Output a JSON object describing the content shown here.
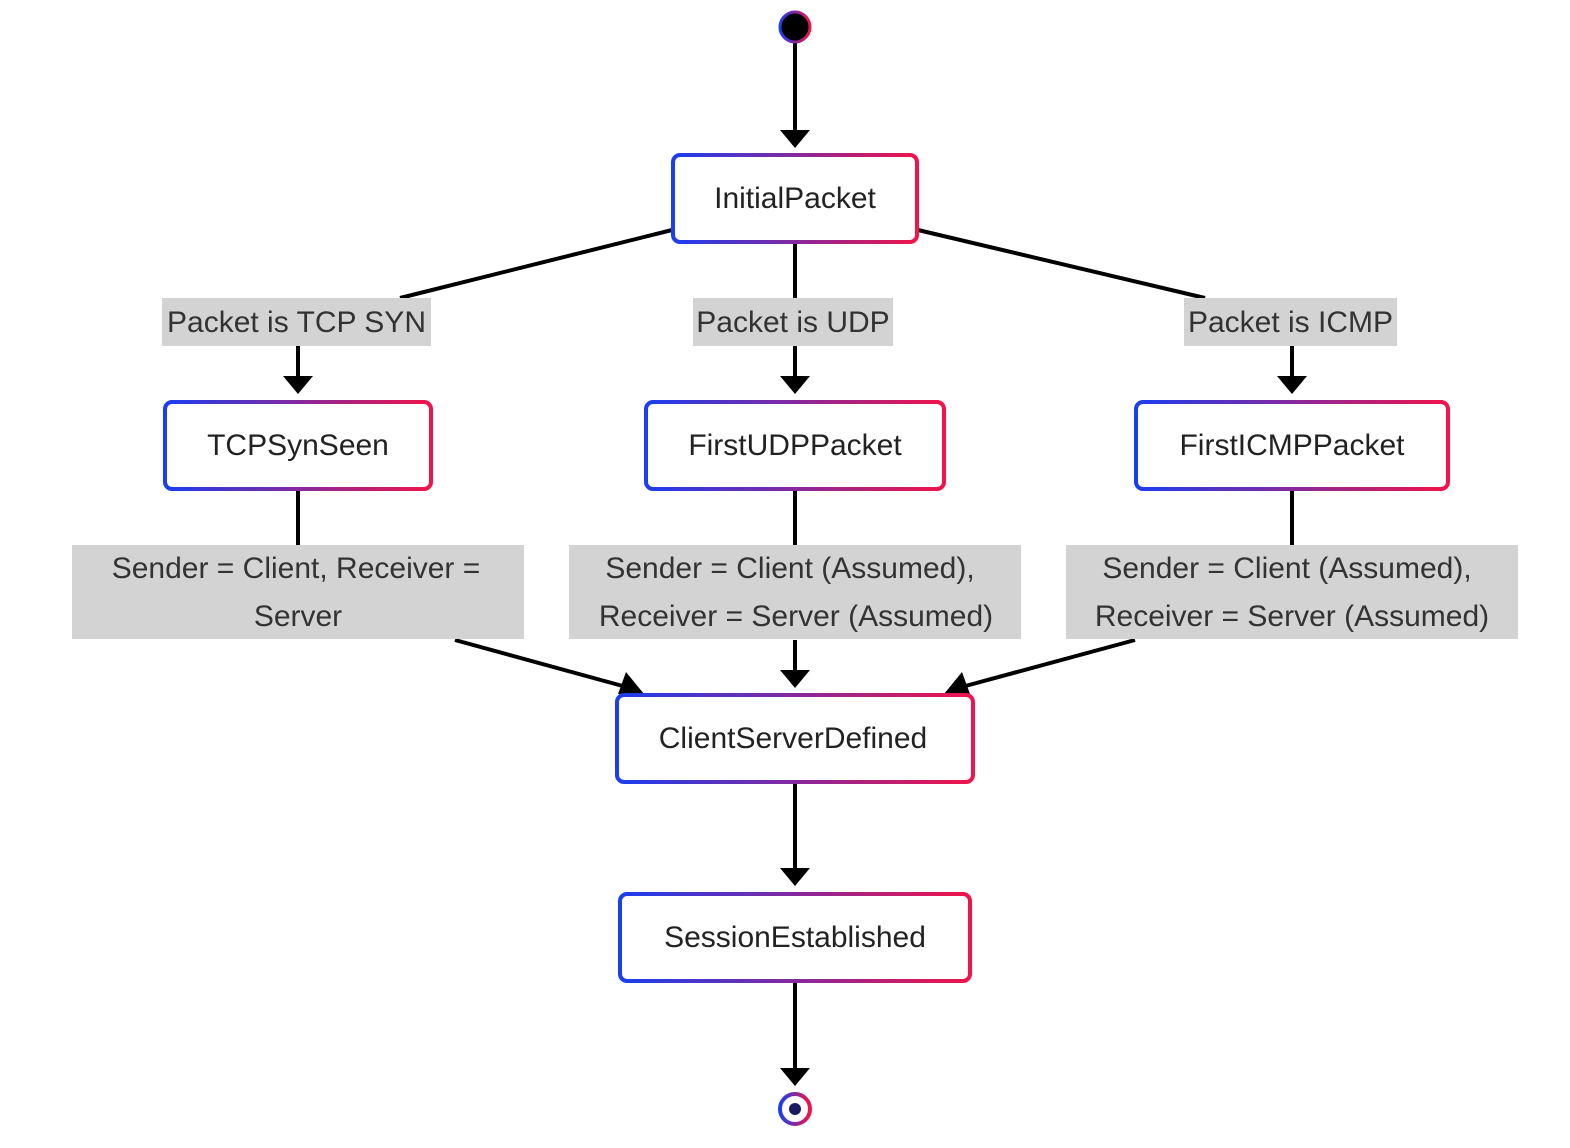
{
  "diagram": {
    "colors": {
      "box_gradient_start": "#1a3ef0",
      "box_gradient_end": "#f0144a",
      "guard_background": "#d3d3d3",
      "edge": "#000000"
    },
    "states": {
      "initial_packet": "InitialPacket",
      "tcp_syn_seen": "TCPSynSeen",
      "first_udp_packet": "FirstUDPPacket",
      "first_icmp_packet": "FirstICMPPacket",
      "client_server_defined": "ClientServerDefined",
      "session_established": "SessionEstablished"
    },
    "guards": {
      "tcp_syn": "Packet is TCP SYN",
      "udp": "Packet is UDP",
      "icmp": "Packet is ICMP",
      "tcp_assign": [
        "Sender = Client, Receiver =",
        "Server"
      ],
      "udp_assign": [
        "Sender = Client (Assumed),",
        "Receiver = Server (Assumed)"
      ],
      "icmp_assign": [
        "Sender = Client (Assumed),",
        "Receiver = Server (Assumed)"
      ]
    }
  }
}
